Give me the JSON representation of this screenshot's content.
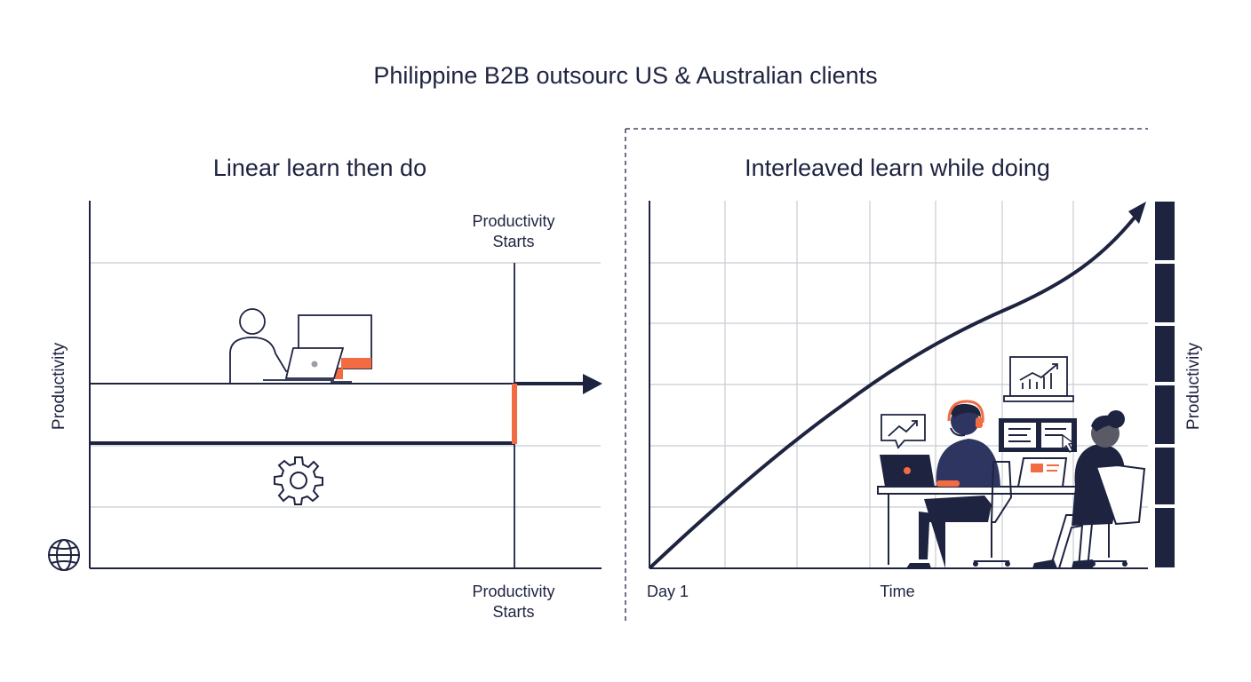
{
  "title": "Philippine B2B outsourc US & Australian clients",
  "left_panel": {
    "title": "Linear learn then do",
    "y_label": "Productivity",
    "marker_top_label": "Productivity\nStarts",
    "marker_bottom_label": "Productivity\nStarts"
  },
  "right_panel": {
    "title": "Interleaved learn while doing",
    "y_label": "Productivity",
    "x_start_label": "Day 1",
    "x_label": "Time"
  },
  "icons": [
    "globe-icon",
    "gear-icon",
    "person-at-computer-icon",
    "laptop-icon",
    "chart-up-icon",
    "headset-agent-icon",
    "team-worker-icon",
    "document-screen-icon",
    "cursor-icon"
  ],
  "colors": {
    "ink": "#1e2340",
    "accent": "#f26b43",
    "grid": "#c8ccd3"
  }
}
